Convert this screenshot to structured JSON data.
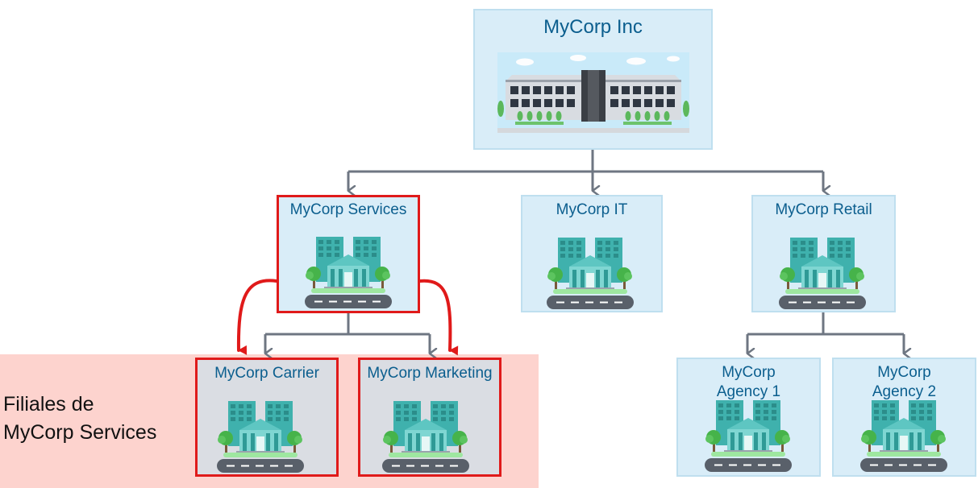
{
  "diagram": {
    "colors": {
      "node_fill": "#d9edf8",
      "node_border": "#bfdfef",
      "highlight_border": "#e01a1a",
      "subsidiary_fill": "#dadde3",
      "region_fill": "#fdd3ce",
      "connector": "#6e7682",
      "highlight_arrow": "#e01a1a",
      "title_text": "#0b5e8e"
    },
    "root": {
      "title": "MyCorp Inc",
      "icon": "headquarters-building-icon"
    },
    "divisions": [
      {
        "title": "MyCorp Services",
        "icon": "office-building-icon",
        "highlighted": true
      },
      {
        "title": "MyCorp IT",
        "icon": "office-building-icon",
        "highlighted": false
      },
      {
        "title": "MyCorp Retail",
        "icon": "office-building-icon",
        "highlighted": false
      }
    ],
    "services_subsidiaries": [
      {
        "title": "MyCorp Carrier",
        "icon": "office-building-icon"
      },
      {
        "title": "MyCorp Marketing",
        "icon": "office-building-icon"
      }
    ],
    "retail_agencies": [
      {
        "title": "MyCorp\nAgency 1",
        "icon": "office-building-icon"
      },
      {
        "title": "MyCorp\nAgency 2",
        "icon": "office-building-icon"
      }
    ],
    "subsidiary_region_label": "Filiales de\nMyCorp Services"
  }
}
